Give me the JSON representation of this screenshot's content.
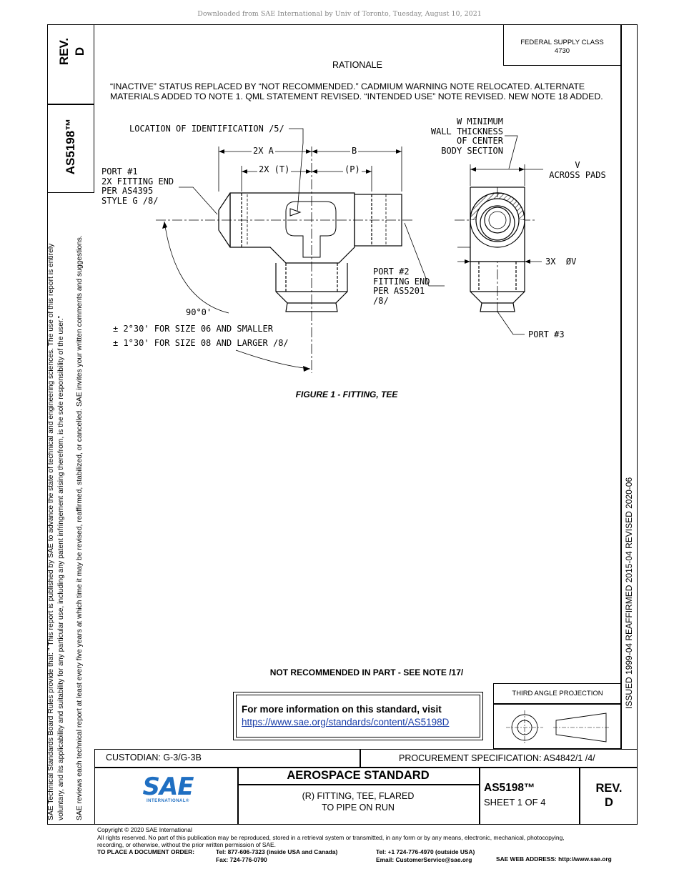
{
  "download_notice": "Downloaded from SAE International by Univ of Toronto, Tuesday, August 10, 2021",
  "side_left": {
    "rev_label": "REV.",
    "rev_value": "D",
    "doc_number": "AS5198™",
    "disclaimer_line1": "SAE Technical Standards Board Rules provide that: \"  This report is published by SAE to advance the state of technical and engineering sciences. The use of this report is entirely",
    "disclaimer_line2": "voluntary, and its applicability and suitability for any particular use, including any patent infringement arising therefrom, is the sole responsibility of the user.\"",
    "disclaimer_line3": "SAE reviews each technical report at least every five years at which time it may be revised, reaffirmed, stabilized, or cancelled. SAE invites your written comments and suggestions."
  },
  "side_right": {
    "history": "ISSUED 1999-04    REAFFIRMED 2015-04    REVISED 2020-06"
  },
  "federal_supply": {
    "label": "FEDERAL SUPPLY CLASS",
    "value": "4730"
  },
  "rationale": {
    "title": "RATIONALE",
    "line1": "“INACTIVE” STATUS REPLACED BY “NOT RECOMMENDED.” CADMIUM WARNING NOTE RELOCATED. ALTERNATE",
    "line2": "MATERIALS ADDED TO NOTE 1. QML STATEMENT REVISED. “INTENDED USE” NOTE REVISED. NEW NOTE 18 ADDED."
  },
  "drawing": {
    "loc_ident": "LOCATION OF IDENTIFICATION /5/",
    "dim_2xA": "2X A",
    "dim_B": "B",
    "dim_2xT": "2X (T)",
    "dim_P": "(P)",
    "port1_l1": "PORT #1",
    "port1_l2": "2X FITTING END",
    "port1_l3": "PER AS4395",
    "port1_l4": "STYLE G /8/",
    "port2_l1": "PORT #2",
    "port2_l2": "FITTING END",
    "port2_l3": "PER AS5201",
    "port2_l4": "/8/",
    "angle": "90°0'",
    "tol1": "± 2°30' FOR SIZE 06 AND SMALLER",
    "tol2": "± 1°30' FOR SIZE 08 AND LARGER /8/",
    "wall_l1": "W MINIMUM",
    "wall_l2": "WALL THICKNESS",
    "wall_l3": "OF CENTER",
    "wall_l4": "BODY SECTION",
    "v_l1": "V",
    "v_l2": "ACROSS PADS",
    "dia": "3X  ØV",
    "port3": "PORT #3",
    "figure_caption": "FIGURE 1 - FITTING, TEE"
  },
  "not_recommended": "NOT RECOMMENDED IN PART - SEE NOTE /17/",
  "info_box": {
    "text": "For more information on this standard, visit",
    "link": "https://www.sae.org/standards/content/AS5198D"
  },
  "projection": {
    "label": "THIRD ANGLE PROJECTION"
  },
  "title_block": {
    "custodian": "CUSTODIAN: G-3/G-3B",
    "procurement": "PROCUREMENT SPECIFICATION: AS4842/1 /4/",
    "logo_text": "SAE",
    "logo_sub": "INTERNATIONAL®",
    "standard_title": "AEROSPACE STANDARD",
    "part_line1": "(R) FITTING, TEE, FLARED",
    "part_line2": "TO PIPE ON RUN",
    "doc_number": "AS5198™",
    "sheet": "SHEET 1 OF 4",
    "rev_label": "REV.",
    "rev_value": "D"
  },
  "footer": {
    "copyright": "Copyright © 2020 SAE International",
    "rights1": "All rights reserved. No part of this publication may be reproduced, stored in a retrieval system or transmitted, in any form or by any means, electronic, mechanical, photocopying,",
    "rights2": "recording, or otherwise, without the prior written permission of SAE.",
    "order_label": "TO PLACE A DOCUMENT ORDER:",
    "tel_us": "Tel: 877-606-7323 (inside USA and Canada)",
    "fax": "Fax: 724-776-0790",
    "tel_intl": "Tel: +1 724-776-4970 (outside USA)",
    "email": "Email: CustomerService@sae.org",
    "web": "SAE WEB ADDRESS: http://www.sae.org"
  },
  "colors": {
    "link": "#1a3ea8",
    "logo_blue": "#1f6fc2"
  }
}
